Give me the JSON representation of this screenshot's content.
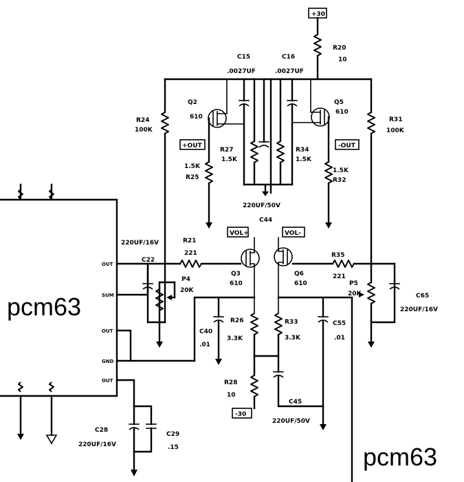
{
  "supplies": {
    "positive": "+30",
    "negative": "-30"
  },
  "capacitors": {
    "c15": {
      "ref": "C15",
      "value": ".0027UF"
    },
    "c16": {
      "ref": "C16",
      "value": ".0027UF"
    },
    "c44": {
      "ref": "C44",
      "value": "220UF/50V"
    },
    "c22": {
      "ref": "C22",
      "value": "220UF/16V"
    },
    "c65": {
      "ref": "C65",
      "value": "220UF/16V"
    },
    "c40": {
      "ref": "C40",
      "value": ".01"
    },
    "c55": {
      "ref": "C55",
      "value": ".01"
    },
    "c45": {
      "ref": "C45",
      "value": "220UF/50V"
    },
    "c28": {
      "ref": "C28",
      "value": "220UF/16V"
    },
    "c29": {
      "ref": "C29",
      "value": ".15"
    }
  },
  "resistors": {
    "r20": {
      "ref": "R20",
      "value": "10"
    },
    "r24": {
      "ref": "R24",
      "value": "100K"
    },
    "r31": {
      "ref": "R31",
      "value": "100K"
    },
    "r27": {
      "ref": "R27",
      "value": "1.5K"
    },
    "r34": {
      "ref": "R34",
      "value": "1.5K"
    },
    "r25": {
      "ref": "R25",
      "value": "1.5K"
    },
    "r32": {
      "ref": "R32",
      "value": "1.5K"
    },
    "r21": {
      "ref": "R21",
      "value": "221"
    },
    "r35": {
      "ref": "R35",
      "value": "221"
    },
    "r26": {
      "ref": "R26",
      "value": "3.3K"
    },
    "r33": {
      "ref": "R33",
      "value": "3.3K"
    },
    "r28": {
      "ref": "R28",
      "value": "10"
    }
  },
  "pots": {
    "p4": {
      "ref": "P4",
      "value": "20K"
    },
    "p5": {
      "ref": "P5",
      "value": "20K"
    }
  },
  "transistors": {
    "q2": {
      "ref": "Q2",
      "type": "610"
    },
    "q5": {
      "ref": "Q5",
      "type": "610"
    },
    "q3": {
      "ref": "Q3",
      "type": "610"
    },
    "q6": {
      "ref": "Q6",
      "type": "610"
    }
  },
  "nets": {
    "pos_out": "+OUT",
    "neg_out": "-OUT",
    "vol_pos": "VOL+",
    "vol_neg": "VOL-"
  },
  "chips": {
    "left": {
      "label": "pcm63"
    },
    "right": {
      "label": "pcm63"
    }
  }
}
